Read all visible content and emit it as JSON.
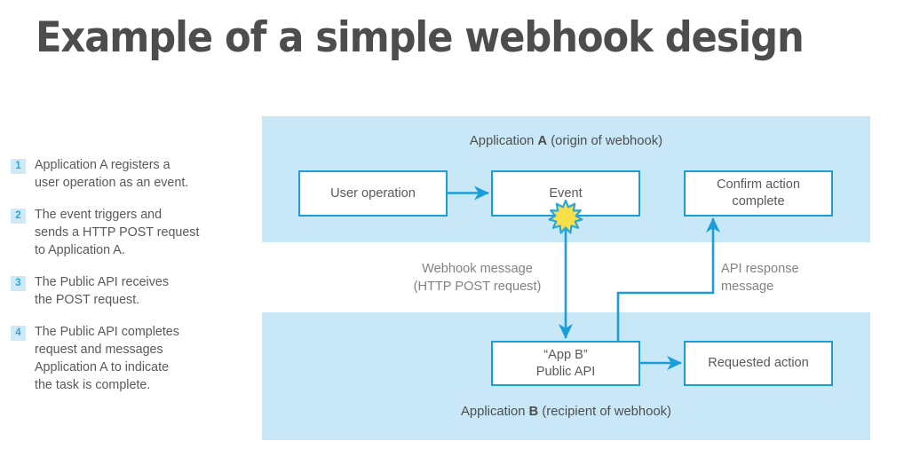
{
  "title": "Example of a simple webhook design",
  "colors": {
    "panel_fill": "#c8e8f8",
    "node_border": "#1b9dd9",
    "connector": "#1b9dd9",
    "badge_fill": "#cfe9f7",
    "badge_text": "#29a8df",
    "title_text": "#4d4d4f",
    "body_text": "#58595b",
    "mid_label_text": "#808285",
    "star_fill": "#f9e04b",
    "star_stroke": "#29a8df"
  },
  "steps": [
    {
      "number": "1",
      "line1": "Application A registers a",
      "line2": "user operation as an event.",
      "line3": "",
      "line4": ""
    },
    {
      "number": "2",
      "line1": "The event triggers and",
      "line2": "sends a HTTP POST request",
      "line3": "to Application A.",
      "line4": ""
    },
    {
      "number": "3",
      "line1": "The Public API receives",
      "line2": "the POST request.",
      "line3": "",
      "line4": ""
    },
    {
      "number": "4",
      "line1": "The Public API completes",
      "line2": "request and messages",
      "line3": "Application A to indicate",
      "line4": "the task is complete."
    }
  ],
  "panels": {
    "a": {
      "label_prefix": "Application ",
      "label_letter": "A",
      "label_suffix": " (origin of webhook)"
    },
    "b": {
      "label_prefix": "Application ",
      "label_letter": "B",
      "label_suffix": " (recipient of webhook)"
    }
  },
  "nodes": {
    "user_operation": {
      "line1": "User operation",
      "line2": ""
    },
    "event": {
      "line1": "Event",
      "line2": ""
    },
    "confirm_action": {
      "line1": "Confirm action",
      "line2": "complete"
    },
    "public_api": {
      "line1": "“App B”",
      "line2": "Public API"
    },
    "requested_action": {
      "line1": "Requested action",
      "line2": ""
    }
  },
  "mid_labels": {
    "webhook": {
      "line1": "Webhook message",
      "line2": "(HTTP POST request)"
    },
    "api_response": {
      "line1": "API response",
      "line2": "message"
    }
  },
  "icons": {
    "event_trigger": "starburst-icon"
  }
}
